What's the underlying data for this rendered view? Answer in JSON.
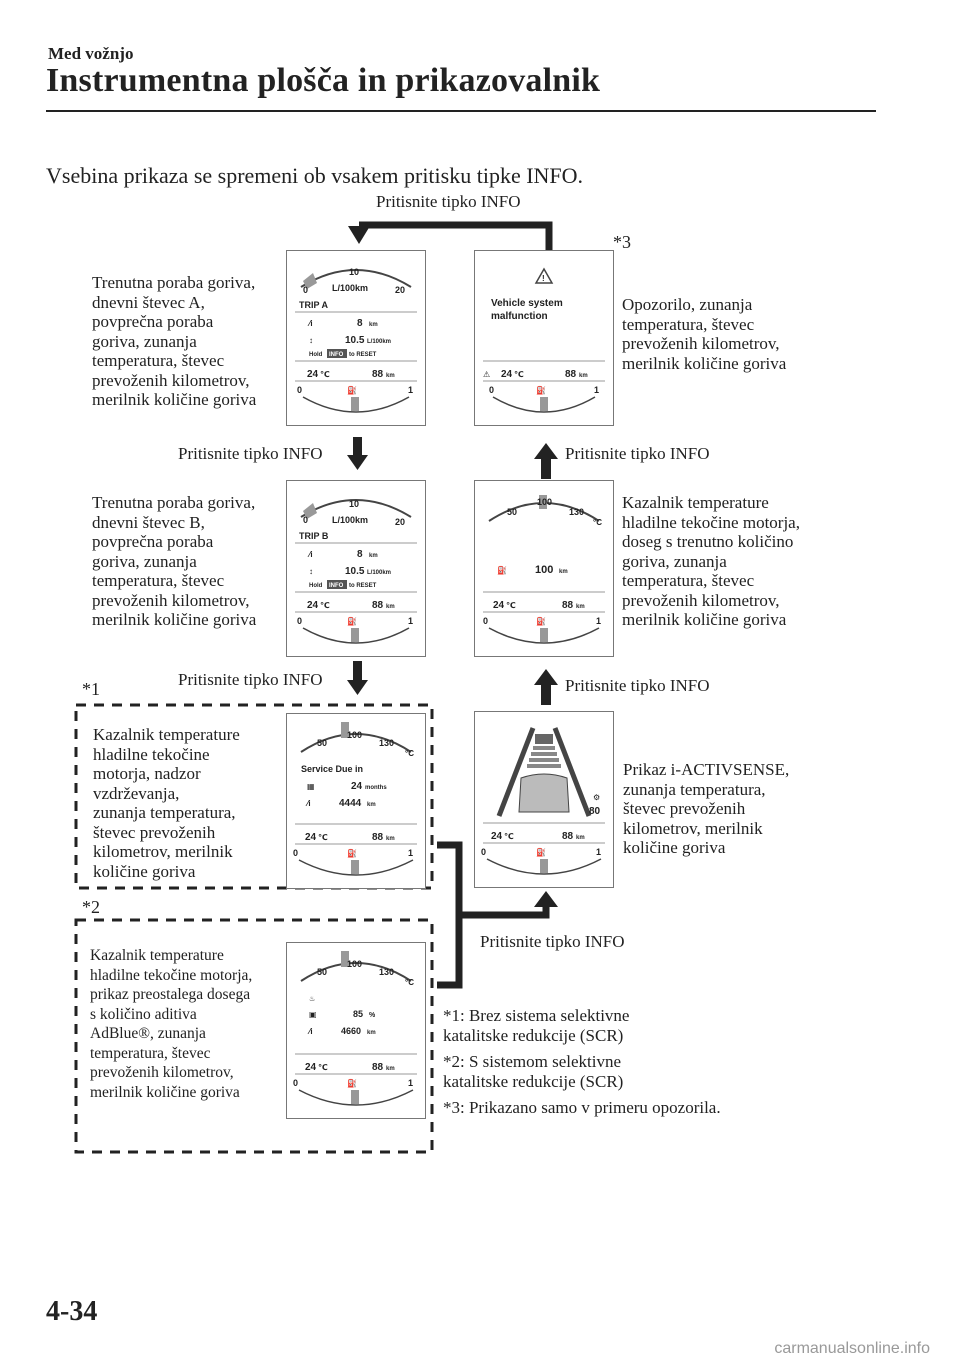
{
  "header": {
    "section": "Med vožnjo",
    "title": "Instrumentna plošča in prikazovalnik"
  },
  "intro": "Vsebina prikaza se spremeni ob vsakem pritisku tipke INFO.",
  "press_label": "Pritisnite tipko INFO",
  "stars": {
    "s1": "*1",
    "s2": "*2",
    "s3": "*3"
  },
  "labels": {
    "trip_a": [
      "Trenutna poraba goriva,",
      "dnevni števec A,",
      "povprečna poraba",
      "goriva, zunanja",
      "temperatura, števec",
      "prevoženih kilometrov,",
      "merilnik količine goriva"
    ],
    "warning": [
      "Opozorilo, zunanja",
      "temperatura, števec",
      "prevoženih kilometrov,",
      "merilnik količine goriva"
    ],
    "trip_b": [
      "Trenutna poraba goriva,",
      "dnevni števec B,",
      "povprečna poraba",
      "goriva, zunanja",
      "temperatura, števec",
      "prevoženih kilometrov,",
      "merilnik količine goriva"
    ],
    "coolant_range": [
      "Kazalnik temperature",
      "hladilne tekočine motorja,",
      "doseg s trenutno količino",
      "goriva, zunanja",
      "temperatura, števec",
      "prevoženih kilometrov,",
      "merilnik količine goriva"
    ],
    "maintenance": [
      "Kazalnik temperature",
      "hladilne tekočine",
      "motorja, nadzor",
      "vzdrževanja,",
      "zunanja temperatura,",
      "števec prevoženih",
      "kilometrov, merilnik",
      "količine goriva"
    ],
    "activsense": [
      "Prikaz i-ACTIVSENSE,",
      "zunanja temperatura,",
      "števec prevoženih",
      "kilometrov, merilnik",
      "količine goriva"
    ],
    "adblue": [
      "Kazalnik temperature",
      "hladilne tekočine motorja,",
      "prikaz preostalega dosega",
      "s količino aditiva",
      "AdBlue®, zunanja",
      "temperatura, števec",
      "prevoženih kilometrov,",
      "merilnik količine goriva"
    ]
  },
  "notes": [
    [
      "*1: Brez sistema selektivne",
      "katalitske redukcije (SCR)"
    ],
    [
      "*2: S sistemom selektivne",
      "katalitske redukcije (SCR)"
    ],
    [
      "*3: Prikazano samo v primeru opozorila."
    ]
  ],
  "displays": {
    "common": {
      "temp": "24",
      "temp_unit": "℃",
      "odo": "88",
      "odo_unit": "km",
      "fuel_min": "0",
      "fuel_max": "1"
    },
    "trip_a": {
      "scale": [
        "0",
        "10",
        "20"
      ],
      "unit": "L/100km",
      "trip": "TRIP A",
      "dist": "8",
      "dist_unit": "km",
      "avg": "10.5",
      "avg_unit": "L/100km",
      "hold": "Hold",
      "info": "INFO",
      "reset": "to RESET"
    },
    "trip_b": {
      "scale": [
        "0",
        "10",
        "20"
      ],
      "unit": "L/100km",
      "trip": "TRIP B",
      "dist": "8",
      "dist_unit": "km",
      "avg": "10.5",
      "avg_unit": "L/100km",
      "hold": "Hold",
      "info": "INFO",
      "reset": "to RESET"
    },
    "warning": {
      "line1": "Vehicle system",
      "line2": "malfunction"
    },
    "coolant": {
      "scale": [
        "50",
        "100",
        "130"
      ],
      "unit": "°C",
      "range": "100",
      "range_unit": "km"
    },
    "maintenance": {
      "scale": [
        "50",
        "100",
        "130"
      ],
      "unit": "°C",
      "service": "Service Due in",
      "months": "24",
      "months_unit": "months",
      "km": "4444",
      "km_unit": "km"
    },
    "activsense": {
      "speed": "80"
    },
    "adblue": {
      "scale": [
        "50",
        "100",
        "130"
      ],
      "unit": "°C",
      "pct": "85",
      "pct_unit": "%",
      "range": "4660",
      "range_unit": "km"
    }
  },
  "footer": {
    "page": "4-34",
    "watermark": "carmanualsonline.info"
  }
}
